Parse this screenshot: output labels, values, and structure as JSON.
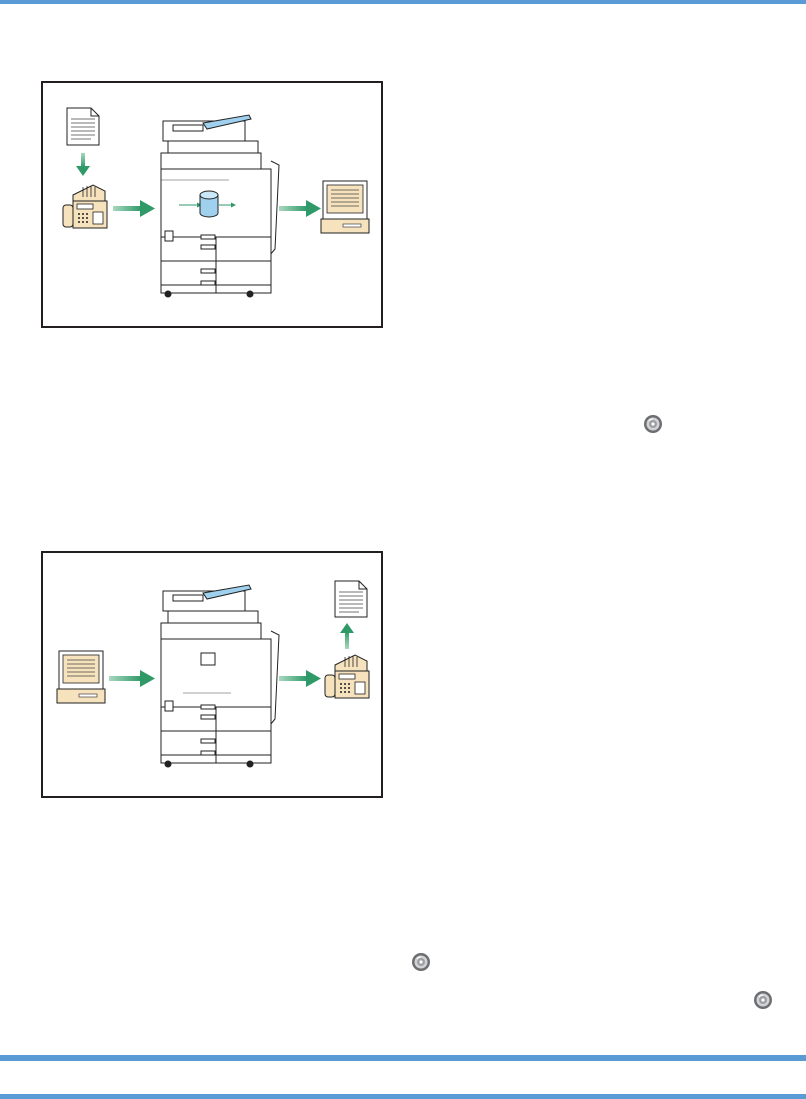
{
  "page": {
    "header_rule_color": "#5b9bd5",
    "footer_rule_color": "#5b9bd5",
    "text_visible": false
  },
  "figures": [
    {
      "id": "fax-to-computer",
      "flow": [
        "document",
        "fax-machine",
        "multifunction-printer-with-storage",
        "computer"
      ],
      "arrow_color": "#4aa57a"
    },
    {
      "id": "computer-to-fax",
      "flow": [
        "computer",
        "multifunction-printer",
        "fax-machine",
        "document"
      ],
      "arrow_color": "#4aa57a"
    }
  ],
  "icons": [
    {
      "name": "cd-rom-icon"
    },
    {
      "name": "cd-rom-icon"
    },
    {
      "name": "cd-rom-icon"
    }
  ],
  "colors": {
    "fax_body": "#f6e2bd",
    "screen": "#f6e2bd",
    "arrow": "#4aa57a",
    "storage": "#9fd0ee"
  }
}
